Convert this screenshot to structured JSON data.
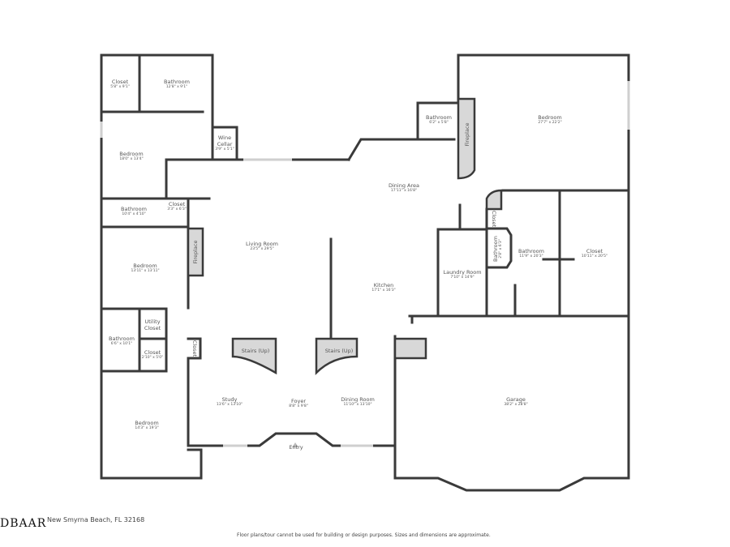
{
  "rooms": {
    "closet_nw": {
      "name": "Closet",
      "dims": "5'8\" x 9'1\""
    },
    "bath_nw": {
      "name": "Bathroom",
      "dims": "12'8\" x 9'1\""
    },
    "bedroom_nw": {
      "name": "Bedroom",
      "dims": "18'0\" x 13'4\""
    },
    "wine": {
      "name": "Wine Cellar",
      "dims": "3'9\" x 5'1\""
    },
    "bath_w": {
      "name": "Bathroom",
      "dims": "10'4\" x 4'10\""
    },
    "closet_w": {
      "name": "Closet",
      "dims": "3'3\" x 6'3\""
    },
    "bedroom_w": {
      "name": "Bedroom",
      "dims": "13'11\" x 13'11\""
    },
    "fireplace_w": {
      "name": "Fireplace"
    },
    "bath_sw": {
      "name": "Bathroom",
      "dims": "6'6\" x 10'1\""
    },
    "utility": {
      "name": "Utility Closet"
    },
    "closet_sw": {
      "name": "Closet",
      "dims": "2'10\" x 5'0\""
    },
    "closet_hall": {
      "name": "Closet"
    },
    "bedroom_sw": {
      "name": "Bedroom",
      "dims": "14'3\" x 19'3\""
    },
    "living": {
      "name": "Living Room",
      "dims": "23'5\" x 29'5\""
    },
    "stairs1": {
      "name": "Stairs (Up)"
    },
    "stairs2": {
      "name": "Stairs (Up)"
    },
    "study": {
      "name": "Study",
      "dims": "13'6\" x 13'10\""
    },
    "foyer": {
      "name": "Foyer",
      "dims": "8'8\" x 9'8\""
    },
    "entry": {
      "name": "Entry"
    },
    "dining_room": {
      "name": "Dining Room",
      "dims": "11'10\" x 13'10\""
    },
    "dining_area": {
      "name": "Dining Area",
      "dims": "17'11\" x 16'8\""
    },
    "kitchen": {
      "name": "Kitchen",
      "dims": "17'1\" x 16'3\""
    },
    "bath_n": {
      "name": "Bathroom",
      "dims": "6'2\" x 5'8\""
    },
    "fireplace_n": {
      "name": "Fireplace"
    },
    "bedroom_ne": {
      "name": "Bedroom",
      "dims": "27'7\" x 22'2\""
    },
    "closet_e_small": {
      "name": "Closet"
    },
    "bath_e_small": {
      "name": "Bathroom",
      "dims": "2'8\" x 6'3\""
    },
    "laundry": {
      "name": "Laundry Room",
      "dims": "7'10\" x 14'9\""
    },
    "bath_e": {
      "name": "Bathroom",
      "dims": "11'9\" x 20'3\""
    },
    "closet_e": {
      "name": "Closet",
      "dims": "10'11\" x 20'5\""
    },
    "garage": {
      "name": "Garage",
      "dims": "38'2\" x 28'8\""
    }
  },
  "footer": {
    "address": "New Smyrna Beach, FL 32168",
    "logo": "DBAAR",
    "disclaimer": "Floor plans/tour cannot be used for building or design purposes. Sizes and dimensions are approximate."
  },
  "colors": {
    "wall": "#3a3a3a",
    "window": "#cfcfcf",
    "hatch": "#d8d8d8"
  }
}
